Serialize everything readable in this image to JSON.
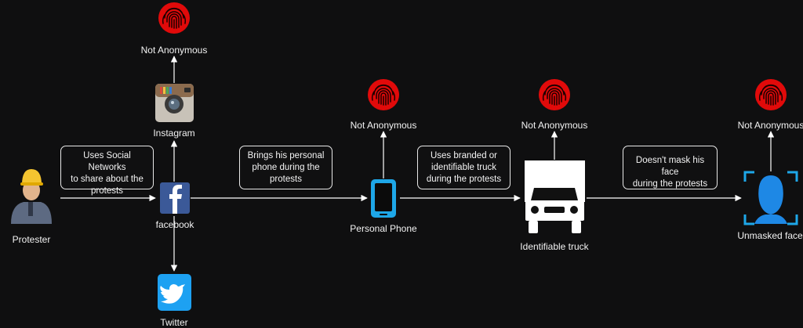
{
  "nodes": {
    "protester": "Protester",
    "instagram": "Instagram",
    "facebook": "facebook",
    "twitter": "Twitter",
    "phone": "Personal Phone",
    "truck": "Identifiable truck",
    "face": "Unmasked face"
  },
  "markers": {
    "instagram": "Not Anonymous",
    "phone": "Not Anonymous",
    "truck": "Not Anonymous",
    "face": "Not Anonymous"
  },
  "notes": {
    "social": "Uses Social Networks\nto share about the\nprotests",
    "phone": "Brings his personal\nphone during the\nprotests",
    "truck": "Uses branded or\nidentifiable truck\nduring the protests",
    "face": "Doesn't mask his face\nduring the protests"
  },
  "colors": {
    "background": "#0f0f10",
    "fingerprint_red": "#e10a0a",
    "facebook_blue": "#3b5998",
    "twitter_blue": "#1da1f2",
    "phone_blue": "#1ea7e8",
    "face_blue": "#1e88e5"
  }
}
